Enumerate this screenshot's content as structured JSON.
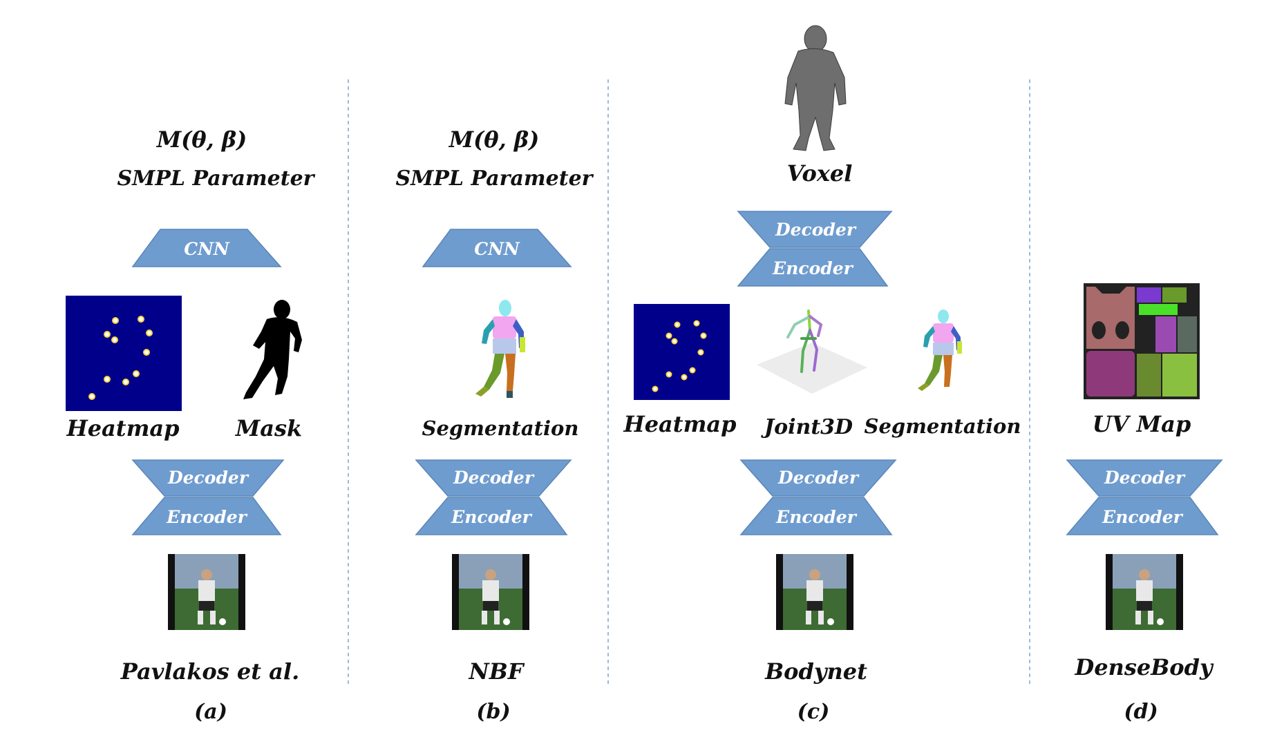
{
  "columns": [
    {
      "smpl_formula": "M(θ, β)",
      "smpl_label": "SMPL Parameter",
      "net_label": "CNN",
      "repr_labels": [
        "Heatmap",
        "Mask"
      ],
      "decoder_label": "Decoder",
      "encoder_label": "Encoder",
      "method": "Pavlakos et al.",
      "caption": "(a)"
    },
    {
      "smpl_formula": "M(θ, β)",
      "smpl_label": "SMPL Parameter",
      "net_label": "CNN",
      "repr_labels": [
        "Segmentation"
      ],
      "decoder_label": "Decoder",
      "encoder_label": "Encoder",
      "method": "NBF",
      "caption": "(b)"
    },
    {
      "top_label": "Voxel",
      "top_decoder_label": "Decoder",
      "top_encoder_label": "Encoder",
      "repr_labels": [
        "Heatmap",
        "Joint3D",
        "Segmentation"
      ],
      "decoder_label": "Decoder",
      "encoder_label": "Encoder",
      "method": "Bodynet",
      "caption": "(c)"
    },
    {
      "repr_labels": [
        "UV Map"
      ],
      "decoder_label": "Decoder",
      "encoder_label": "Encoder",
      "method": "DenseBody",
      "caption": "(d)"
    }
  ],
  "colors": {
    "block_fill": "#6f9ccf",
    "block_text": "#ffffff",
    "heatmap_bg": "#00008b",
    "divider": "#7aa3cc"
  }
}
